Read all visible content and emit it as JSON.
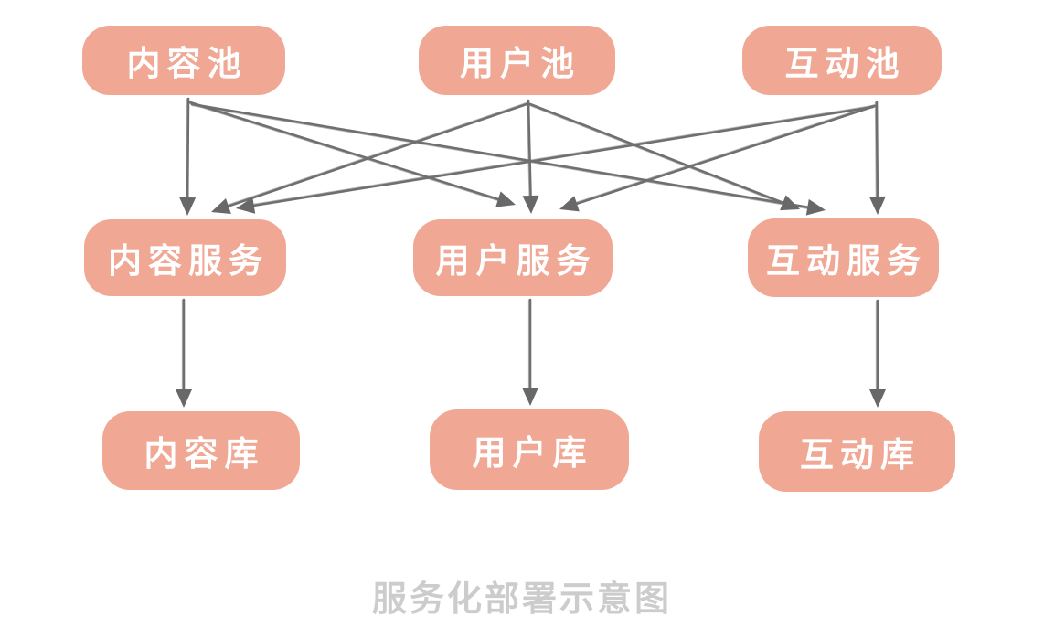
{
  "caption": "服务化部署示意图",
  "colors": {
    "background": "#FFFFFF",
    "node_fill": "#F0A794",
    "node_text": "#FFFFFF",
    "arrow_stroke": "#6F6F6F",
    "arrow_head": "#686868",
    "caption_text": "#CCCCCC"
  },
  "diagram": {
    "nodes": [
      {
        "id": "content-pool",
        "label": "内容池",
        "row": "pool"
      },
      {
        "id": "user-pool",
        "label": "用户池",
        "row": "pool"
      },
      {
        "id": "interaction-pool",
        "label": "互动池",
        "row": "pool"
      },
      {
        "id": "content-service",
        "label": "内容服务",
        "row": "service"
      },
      {
        "id": "user-service",
        "label": "用户服务",
        "row": "service"
      },
      {
        "id": "interaction-service",
        "label": "互动服务",
        "row": "service"
      },
      {
        "id": "content-db",
        "label": "内容库",
        "row": "database"
      },
      {
        "id": "user-db",
        "label": "用户库",
        "row": "database"
      },
      {
        "id": "interaction-db",
        "label": "互动库",
        "row": "database"
      }
    ],
    "edges": [
      {
        "from": "content-pool",
        "to": "content-service"
      },
      {
        "from": "content-pool",
        "to": "user-service"
      },
      {
        "from": "content-pool",
        "to": "interaction-service"
      },
      {
        "from": "user-pool",
        "to": "content-service"
      },
      {
        "from": "user-pool",
        "to": "user-service"
      },
      {
        "from": "user-pool",
        "to": "interaction-service"
      },
      {
        "from": "interaction-pool",
        "to": "content-service"
      },
      {
        "from": "interaction-pool",
        "to": "user-service"
      },
      {
        "from": "interaction-pool",
        "to": "interaction-service"
      },
      {
        "from": "content-service",
        "to": "content-db"
      },
      {
        "from": "user-service",
        "to": "user-db"
      },
      {
        "from": "interaction-service",
        "to": "interaction-db"
      }
    ]
  }
}
